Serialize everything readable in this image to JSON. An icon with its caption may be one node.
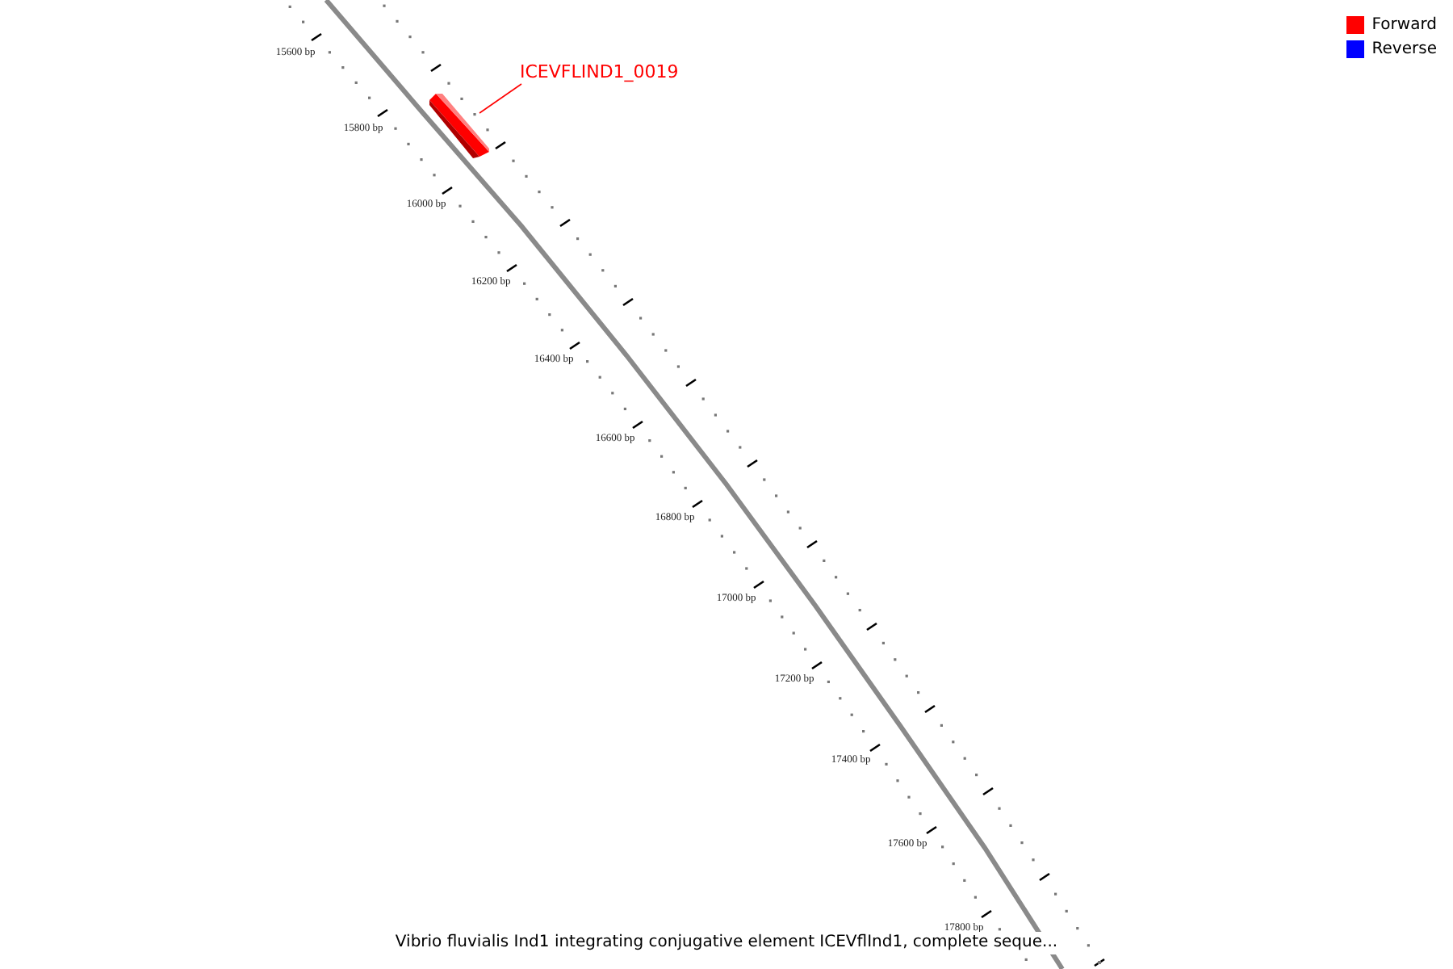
{
  "diagram": {
    "caption": "Vibrio fluvialis Ind1 integrating conjugative element ICEVflInd1, complete seque...",
    "nodes": [
      {
        "text": [
          "ICEVFLIND1_0019"
        ]
      },
      {
        "text": [],
        "shape": "box"
      }
    ],
    "edges": [
      {
        "from": 0,
        "to": 1,
        "arrow": "none",
        "color": "#ff0000"
      }
    ],
    "labels": [
      "15600 bp",
      "15800 bp",
      "16000 bp",
      "16200 bp",
      "16400 bp",
      "16600 bp",
      "16800 bp",
      "17000 bp",
      "17200 bp",
      "17400 bp",
      "17600 bp",
      "17800 bp"
    ],
    "legend": [
      {
        "text": "Forward",
        "color": "#ff0000"
      },
      {
        "text": "Reverse",
        "color": "#0000ff"
      }
    ]
  }
}
